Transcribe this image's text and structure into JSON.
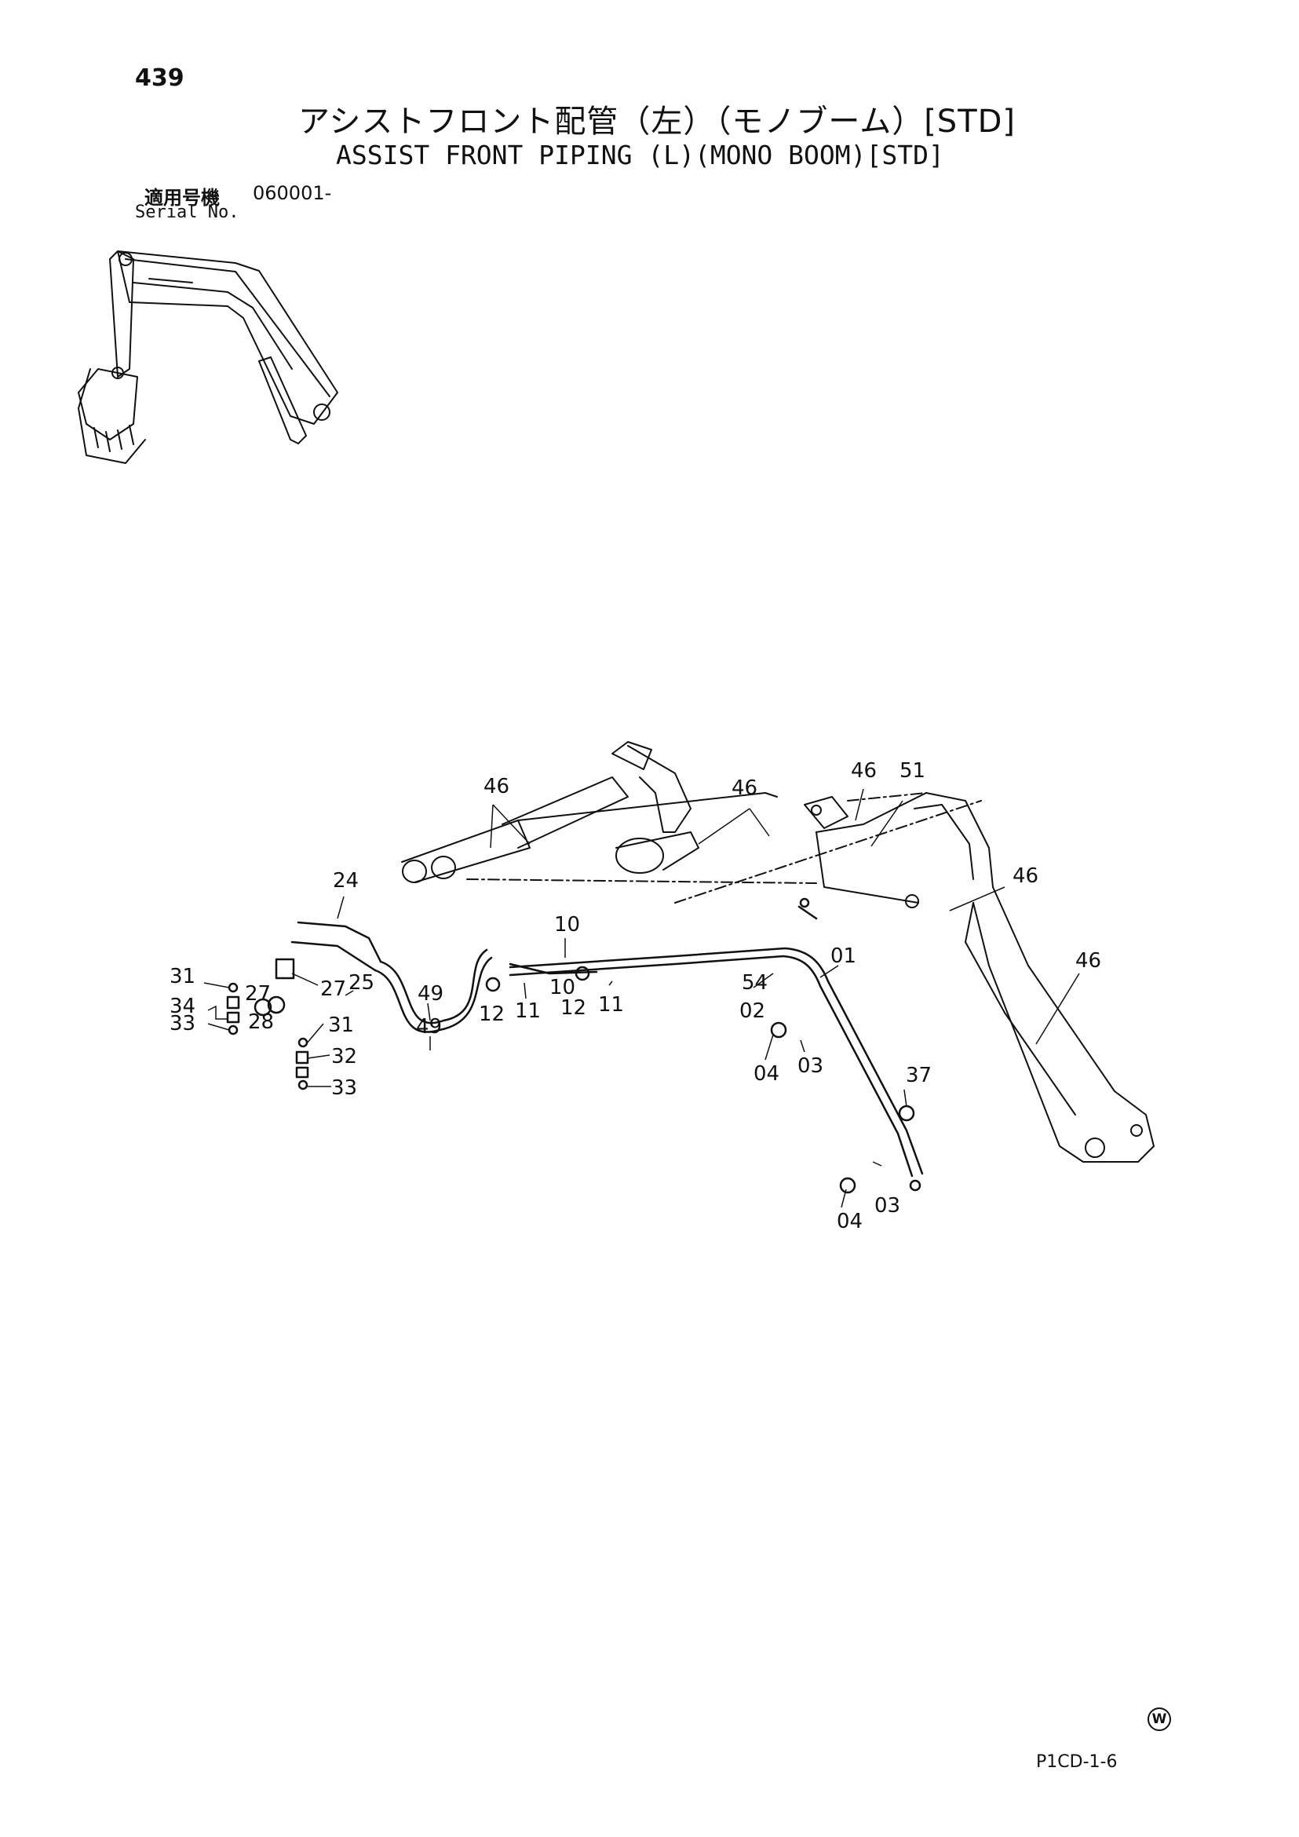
{
  "page": {
    "number": "439",
    "title_jp": "アシストフロント配管（左）（モノブーム）[STD]",
    "title_en": "ASSIST FRONT PIPING (L)(MONO BOOM)[STD]",
    "serial_label_jp": "適用号機",
    "serial_value": "060001-",
    "serial_label_en": "Serial No.",
    "corner_mark": "W",
    "page_code": "P1CD-1-6"
  },
  "callouts": {
    "c46a": "46",
    "c46b": "46",
    "c46c": "46",
    "c46d": "46",
    "c46e": "46",
    "c51": "51",
    "c24": "24",
    "c10a": "10",
    "c10b": "10",
    "c49a": "49",
    "c49b": "49",
    "c54": "54",
    "c01": "01",
    "c02": "02",
    "c31a": "31",
    "c31b": "31",
    "c27a": "27",
    "c27b": "27",
    "c25": "25",
    "c34": "34",
    "c33a": "33",
    "c33b": "33",
    "c28": "28",
    "c32": "32",
    "c11a": "11",
    "c11b": "11",
    "c12a": "12",
    "c12b": "12",
    "c04a": "04",
    "c04b": "04",
    "c03a": "03",
    "c03b": "03",
    "c37": "37"
  }
}
